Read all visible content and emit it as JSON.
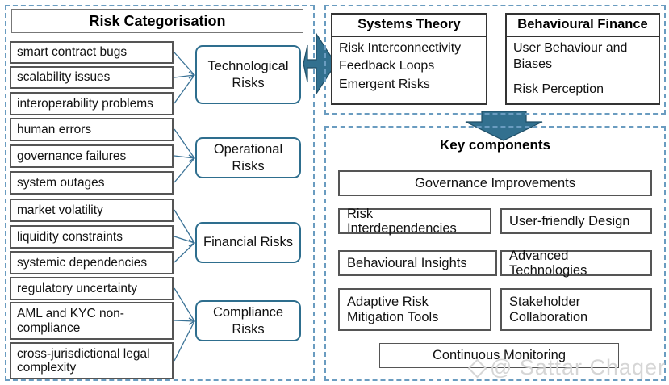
{
  "diagram": {
    "left_panel": {
      "title": "Risk Categorisation",
      "items": [
        "smart contract bugs",
        "scalability issues",
        "interoperability problems",
        "human errors",
        "governance failures",
        "system outages",
        "market volatility",
        "liquidity constraints",
        "systemic dependencies",
        "regulatory uncertainty",
        "AML and KYC non-compliance",
        "cross-jurisdictional legal complexity"
      ],
      "categories": [
        "Technological Risks",
        "Operational Risks",
        "Financial Risks",
        "Compliance Risks"
      ]
    },
    "theory_panel": {
      "boxes": [
        {
          "header": "Systems Theory",
          "items": [
            "Risk Interconnectivity",
            "Feedback Loops",
            "Emergent Risks"
          ]
        },
        {
          "header": "Behavioural Finance",
          "items": [
            "User Behaviour and Biases",
            "Risk Perception"
          ]
        }
      ]
    },
    "key_components_panel": {
      "heading": "Key components",
      "items": [
        "Governance Improvements",
        "Risk Interdependencies",
        "User-friendly Design",
        "Behavioural Insights",
        "Advanced Technologies",
        "Adaptive Risk Mitigation Tools",
        "Stakeholder Collaboration",
        "Continuous Monitoring"
      ]
    },
    "arrows": {
      "right_arrow_name": "right-block-arrow",
      "down_arrow_name": "down-block-arrow"
    },
    "watermark": "@ Sattar Chaqer",
    "colors": {
      "accent_blue": "#2E6E8E",
      "dashed_border": "#6A9CC0",
      "box_border": "#555555",
      "connector": "#3A7296"
    }
  }
}
